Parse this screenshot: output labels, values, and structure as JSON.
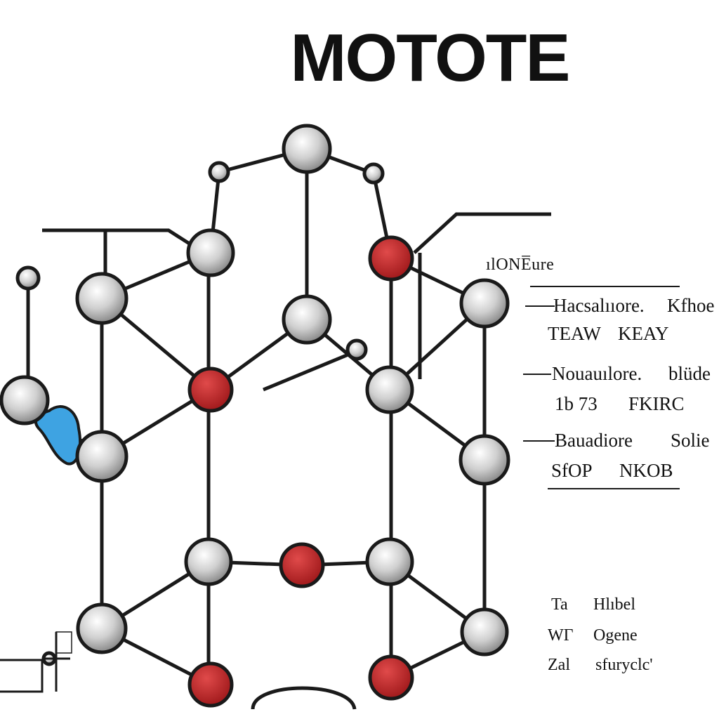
{
  "title": "MOTOTE",
  "legend": {
    "header": "ılONE̅ure",
    "rows": [
      {
        "name": "Hacsalııore.",
        "value": "Kfhoe"
      },
      {
        "name": "TEAW",
        "value": "KEAY"
      },
      {
        "name": "Nouauılore.",
        "value": "blüde"
      },
      {
        "name": "1b 73",
        "value": "FKIRC"
      },
      {
        "name": "Bauadiore",
        "value": "Solie"
      },
      {
        "name": "SfOP",
        "value": "NKOB"
      }
    ]
  },
  "bottom_legend": [
    {
      "code": "Ta",
      "name": "Hlıbel"
    },
    {
      "code": "WΓ",
      "name": "Ogene"
    },
    {
      "code": "Zal",
      "name": "sfuryclc'"
    }
  ],
  "colors": {
    "atom_gray": "#c8c8c8",
    "atom_red": "#c0282a",
    "atom_blue": "#3ea3e2",
    "bond": "#1a1a1a",
    "text": "#111111"
  }
}
